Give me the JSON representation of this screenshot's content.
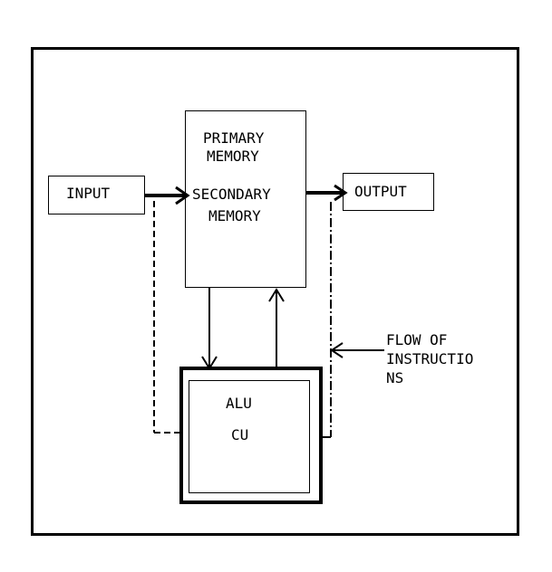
{
  "diagram": {
    "input_label": "INPUT",
    "output_label": "OUTPUT",
    "memory_line1": "PRIMARY",
    "memory_line2": "MEMORY",
    "memory_line3": "SECONDARY",
    "memory_line4": "MEMORY",
    "cpu_line1": "ALU",
    "cpu_line2": "CU",
    "flow_line1": "FLOW OF",
    "flow_line2": "INSTRUCTIO",
    "flow_line3": "NS"
  }
}
